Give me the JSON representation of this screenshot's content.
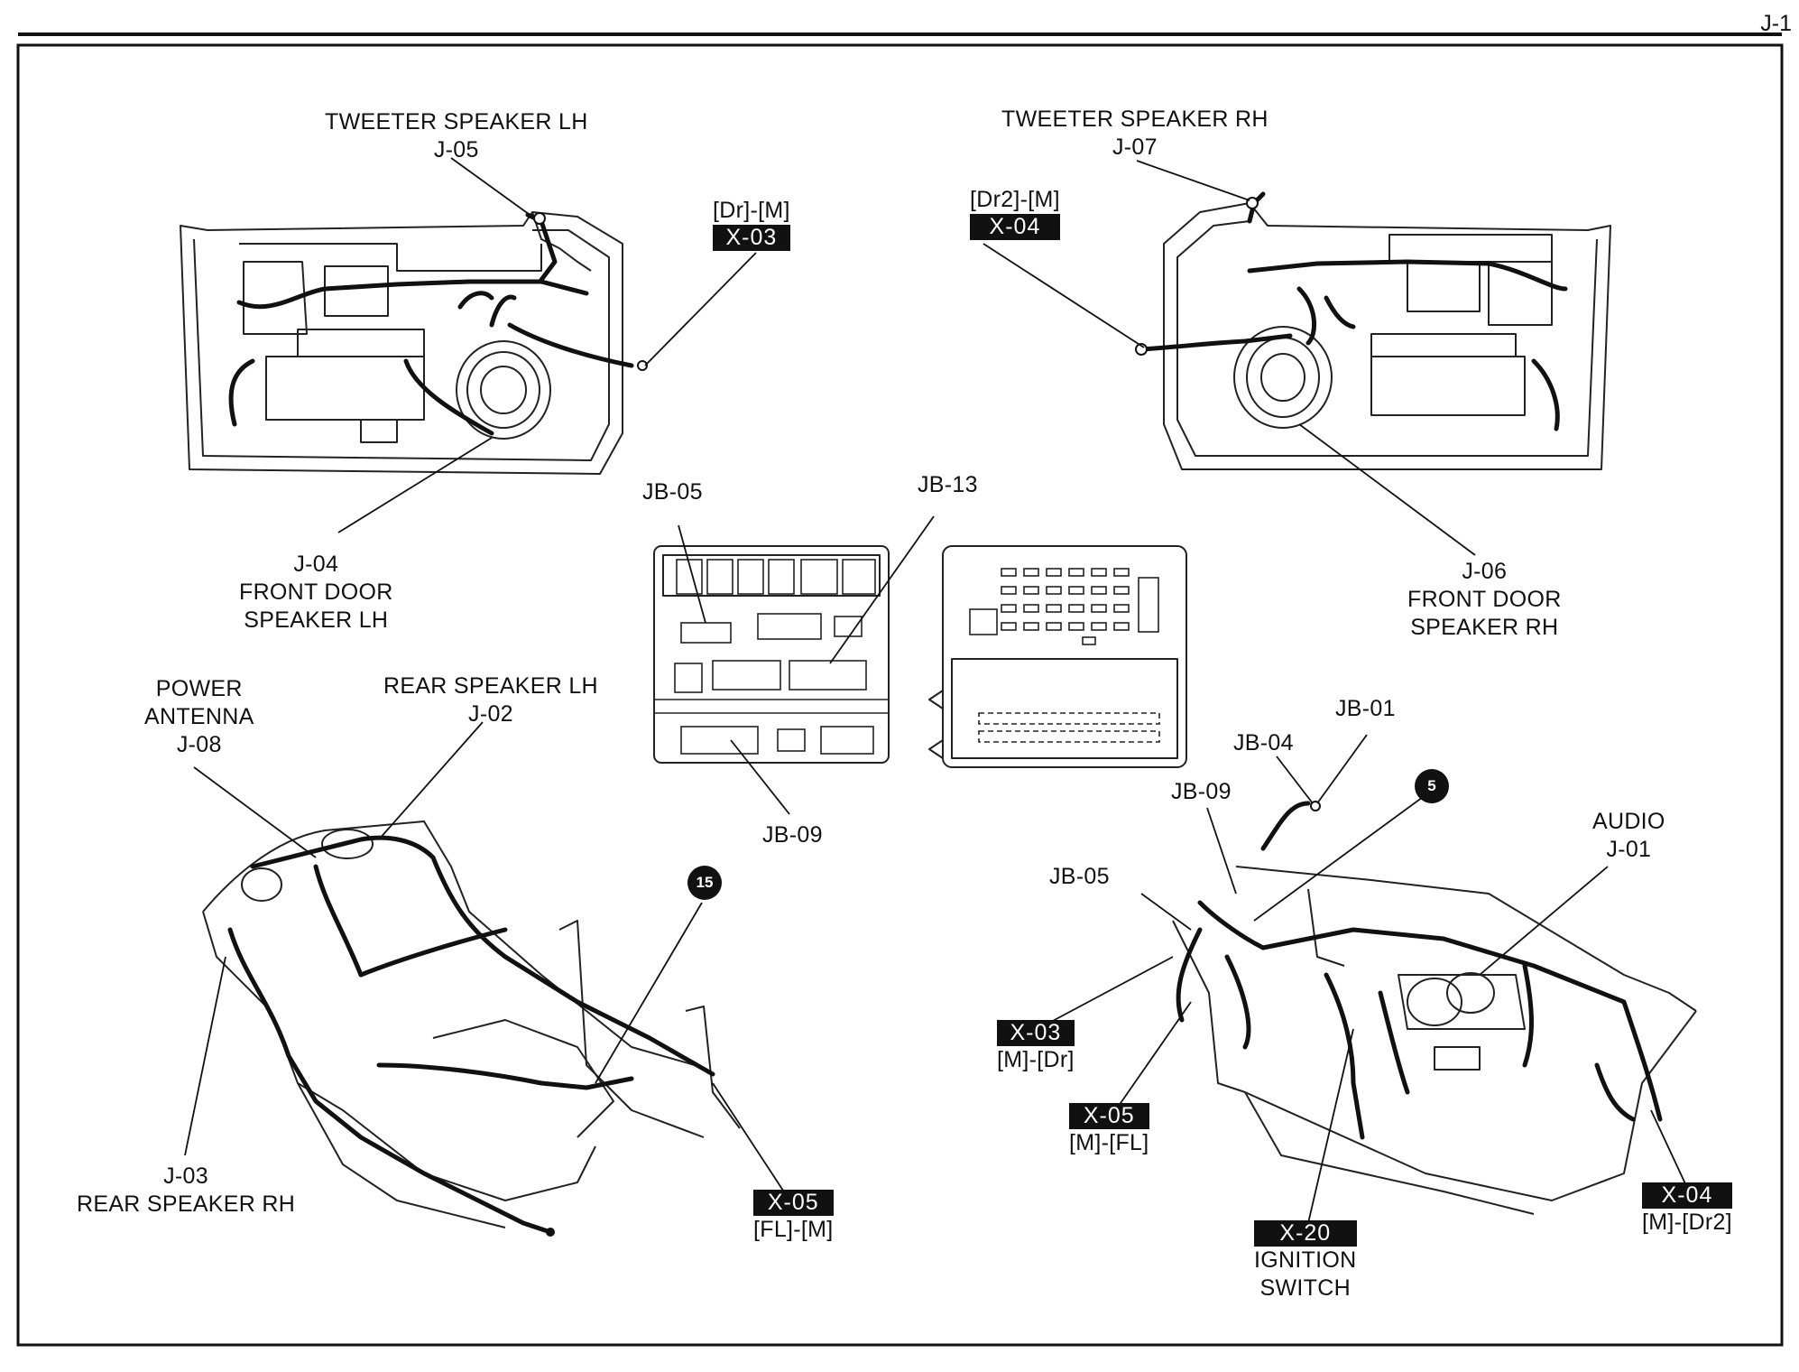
{
  "page_number": "J-1",
  "labels": {
    "tweeter_lh": [
      "TWEETER SPEAKER LH",
      "J-05"
    ],
    "tweeter_rh": [
      "TWEETER SPEAKER RH",
      "J-07"
    ],
    "front_door_lh": [
      "J-04",
      "FRONT DOOR",
      "SPEAKER LH"
    ],
    "front_door_rh": [
      "J-06",
      "FRONT DOOR",
      "SPEAKER RH"
    ],
    "jb05_top": "JB-05",
    "jb13": "JB-13",
    "jb09_bottom": "JB-09",
    "power_antenna": [
      "POWER",
      "ANTENNA",
      "J-08"
    ],
    "rear_lh": [
      "REAR SPEAKER LH",
      "J-02"
    ],
    "rear_rh": [
      "J-03",
      "REAR SPEAKER RH"
    ],
    "jb01": "JB-01",
    "jb04": "JB-04",
    "jb09_dash": "JB-09",
    "jb05_dash": "JB-05",
    "audio": [
      "AUDIO",
      "J-01"
    ],
    "ignition": [
      "IGNITION",
      "SWITCH"
    ]
  },
  "connectors": {
    "x03_top": {
      "tag": "X-03",
      "sub": "[Dr]-[M]"
    },
    "x04_top": {
      "tag": "X-04",
      "sub": "[Dr2]-[M]"
    },
    "x05_floor": {
      "tag": "X-05",
      "sub": "[FL]-[M]"
    },
    "x03_dash": {
      "tag": "X-03",
      "sub": "[M]-[Dr]"
    },
    "x05_dash": {
      "tag": "X-05",
      "sub": "[M]-[FL]"
    },
    "x20_dash": {
      "tag": "X-20"
    },
    "x04_dash": {
      "tag": "X-04",
      "sub": "[M]-[Dr2]"
    }
  },
  "markers": {
    "m15": "15",
    "m5": "5"
  }
}
